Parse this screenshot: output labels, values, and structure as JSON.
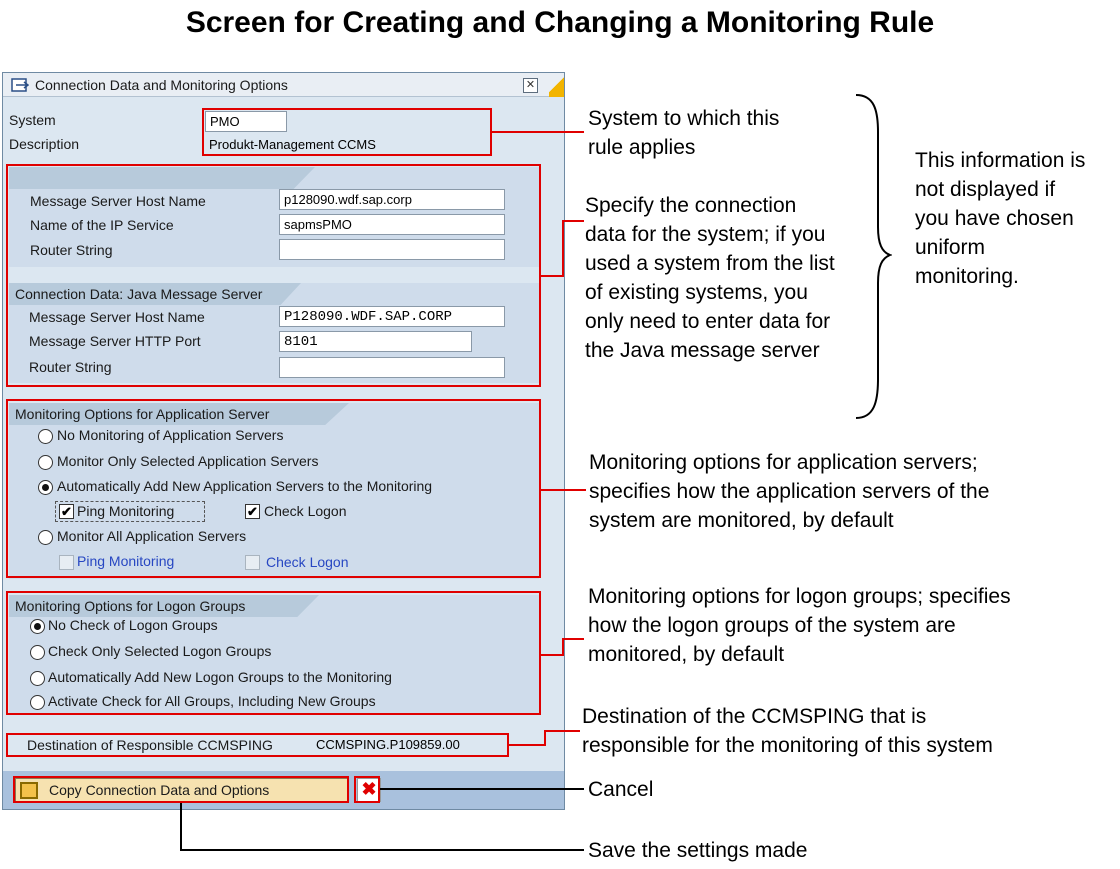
{
  "page": {
    "title": "Screen for Creating and Changing a Monitoring Rule"
  },
  "dialog": {
    "title": "Connection Data and Monitoring Options",
    "system": {
      "label": "System",
      "value": "PMO"
    },
    "description": {
      "label": "Description",
      "value": "Produkt-Management CCMS"
    },
    "abap_conn": {
      "host_label": "Message Server Host Name",
      "host_value": "p128090.wdf.sap.corp",
      "ip_label": "Name of the IP Service",
      "ip_value": "sapmsPMO",
      "router_label": "Router String",
      "router_value": ""
    },
    "java_conn": {
      "title": "Connection Data: Java Message Server",
      "host_label": "Message Server Host Name",
      "host_value": "P128090.WDF.SAP.CORP",
      "port_label": "Message Server HTTP Port",
      "port_value": "8101",
      "router_label": "Router String",
      "router_value": ""
    },
    "app_server": {
      "title": "Monitoring Options for Application Server",
      "opt_none": "No Monitoring of Application Servers",
      "opt_selected": "Monitor Only Selected Application Servers",
      "opt_auto": "Automatically Add New Application Servers to the Monitoring",
      "opt_all": "Monitor All Application Servers",
      "ping_label": "Ping Monitoring",
      "logon_label": "Check Logon"
    },
    "logon_groups": {
      "title": "Monitoring Options for Logon Groups",
      "opt_none": "No Check of Logon Groups",
      "opt_selected": "Check Only Selected Logon Groups",
      "opt_auto": "Automatically Add New Logon Groups to the Monitoring",
      "opt_all": "Activate Check for All Groups, Including New Groups"
    },
    "destination": {
      "label": "Destination of Responsible CCMSPING",
      "value": "CCMSPING.P109859.00"
    },
    "buttons": {
      "save_label": "Copy Connection Data and Options"
    }
  },
  "annotations": {
    "system": [
      "System to which this",
      "rule applies"
    ],
    "brace": [
      "This information is",
      "not displayed if",
      "you have chosen",
      "uniform",
      "monitoring."
    ],
    "connection": [
      "Specify the connection",
      "data for the system; if you",
      "used a system from the list",
      "of existing systems, you",
      "only need to enter data for",
      "the Java message server"
    ],
    "app_servers": [
      "Monitoring options for application servers;",
      "specifies how the application servers of the",
      "system are monitored, by default"
    ],
    "logon_groups": [
      "Monitoring options for logon groups; specifies",
      "how the logon groups of the system are",
      "monitored, by default"
    ],
    "destination": [
      "Destination of the CCMSPING that is",
      "responsible for the monitoring of this system"
    ],
    "cancel": "Cancel",
    "save": "Save the settings made"
  },
  "colors": {
    "highlight": "#e00000",
    "dialog_bg": "#dce7f1",
    "group_tab": "#b7cadb"
  }
}
